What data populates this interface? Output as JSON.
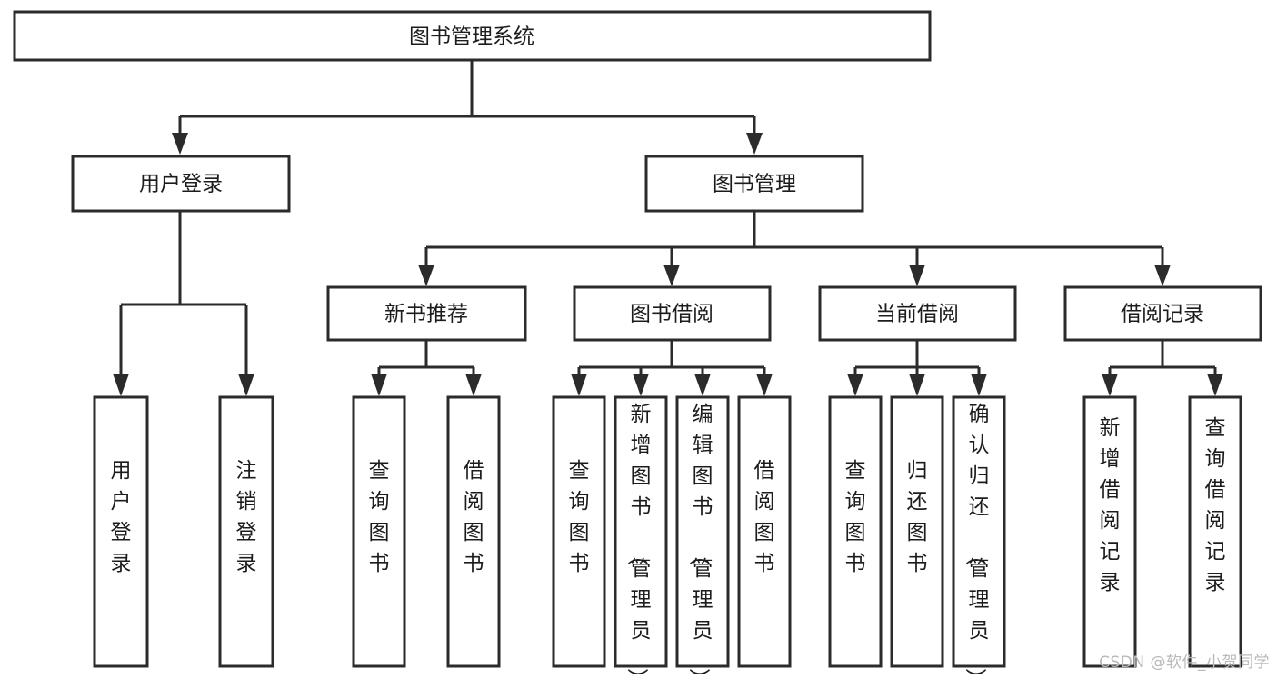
{
  "diagram": {
    "title": "图书管理系统",
    "watermark": "CSDN @软件_小贺同学",
    "levels": {
      "root": {
        "label": "图书管理系统"
      },
      "level2": [
        {
          "id": "user-login",
          "label": "用户登录"
        },
        {
          "id": "book-management",
          "label": "图书管理"
        }
      ],
      "level3": [
        {
          "id": "new-book-recommend",
          "label": "新书推荐"
        },
        {
          "id": "book-borrow",
          "label": "图书借阅"
        },
        {
          "id": "current-borrow",
          "label": "当前借阅"
        },
        {
          "id": "borrow-record",
          "label": "借阅记录"
        }
      ],
      "leaves": [
        {
          "id": "leaf-user-login",
          "label": "用户登录",
          "parent": "user-login"
        },
        {
          "id": "leaf-logout-login",
          "label": "注销登录",
          "parent": "user-login"
        },
        {
          "id": "leaf-query-book-1",
          "label": "查询图书",
          "parent": "new-book-recommend"
        },
        {
          "id": "leaf-borrow-book-1",
          "label": "借阅图书",
          "parent": "new-book-recommend"
        },
        {
          "id": "leaf-query-book-2",
          "label": "查询图书",
          "parent": "book-borrow"
        },
        {
          "id": "leaf-add-book",
          "label": "新增图书（管理员）",
          "parent": "book-borrow"
        },
        {
          "id": "leaf-edit-book",
          "label": "编辑图书（管理员）",
          "parent": "book-borrow"
        },
        {
          "id": "leaf-borrow-book-2",
          "label": "借阅图书",
          "parent": "book-borrow"
        },
        {
          "id": "leaf-query-book-3",
          "label": "查询图书",
          "parent": "current-borrow"
        },
        {
          "id": "leaf-return-book",
          "label": "归还图书",
          "parent": "current-borrow"
        },
        {
          "id": "leaf-confirm-return",
          "label": "确认归还（管理员）",
          "parent": "current-borrow"
        },
        {
          "id": "leaf-add-record",
          "label": "新增借阅记录",
          "parent": "borrow-record"
        },
        {
          "id": "leaf-query-record",
          "label": "查询借阅记录",
          "parent": "borrow-record"
        }
      ]
    },
    "colors": {
      "stroke": "#2b2b2b",
      "fill": "#ffffff",
      "text": "#1c1c1c",
      "watermark": "#b9b9b9"
    }
  }
}
